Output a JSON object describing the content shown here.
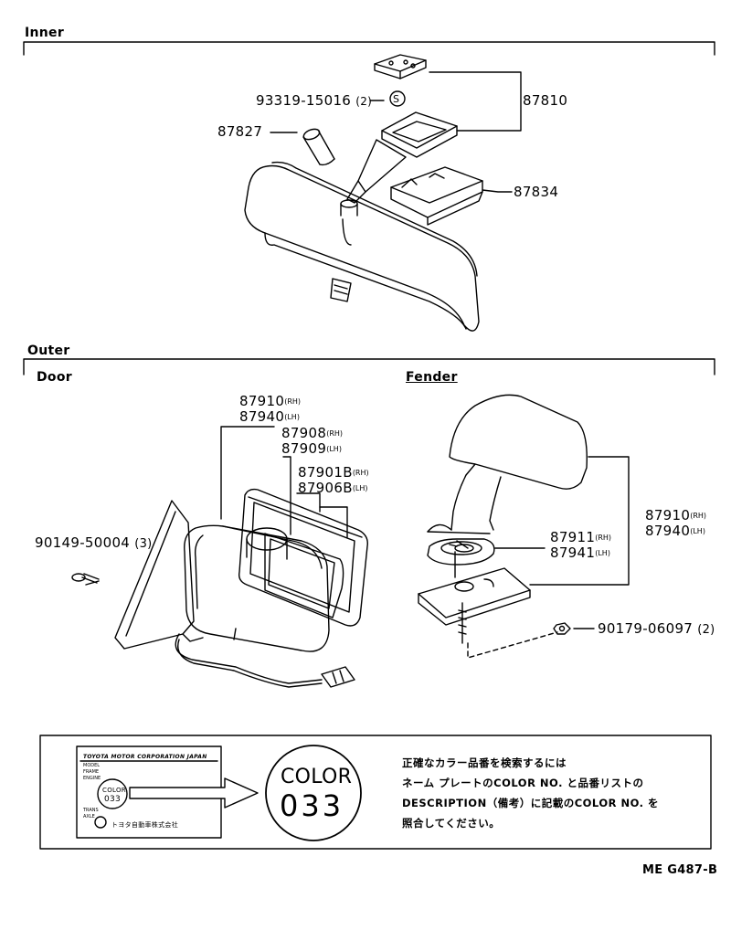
{
  "sections": {
    "inner": "Inner",
    "outer": "Outer",
    "door": "Door",
    "fender": "Fender"
  },
  "parts": {
    "inner_screw": {
      "number": "93319-15016",
      "qty": "(2)"
    },
    "inner_bracket": "87810",
    "inner_pin": "87827",
    "inner_cover": "87834",
    "door_mirror": {
      "number": "87910",
      "sfx_rh": "(RH)",
      "alt_number": "87940",
      "sfx_lh": "(LH)"
    },
    "door_outer": {
      "number": "87908",
      "sfx_rh": "(RH)",
      "alt_number": "87909",
      "sfx_lh": "(LH)"
    },
    "door_glass": {
      "number": "87901B",
      "sfx_rh": "(RH)",
      "alt_number": "87906B",
      "sfx_lh": "(LH)"
    },
    "door_screw": {
      "number": "90149-50004",
      "qty": "(3)"
    },
    "fender_mirror": {
      "number": "87910",
      "sfx_rh": "(RH)",
      "alt_number": "87940",
      "sfx_lh": "(LH)"
    },
    "fender_base": {
      "number": "87911",
      "sfx_rh": "(RH)",
      "alt_number": "87941",
      "sfx_lh": "(LH)"
    },
    "fender_nut": {
      "number": "90179-06097",
      "qty": "(2)"
    }
  },
  "screw_badge": "S",
  "color_box": {
    "plate_header": "TOYOTA MOTOR CORPORATION JAPAN",
    "plate_rows": [
      "MODEL",
      "FRAME",
      "ENGINE",
      "TRANS",
      "AXLE"
    ],
    "plate_color_label": "COLOR",
    "plate_color_value": "033",
    "plate_footer": "トヨタ自動車株式会社",
    "big_label": "COLOR",
    "big_value": "033",
    "instructions": [
      "正確なカラー品番を検索するには",
      "ネーム プレートのCOLOR NO. と品番リストの",
      "DESCRIPTION（備考）に記載のCOLOR NO. を",
      "照合してください。"
    ]
  },
  "figure_code": "ME G487-B"
}
